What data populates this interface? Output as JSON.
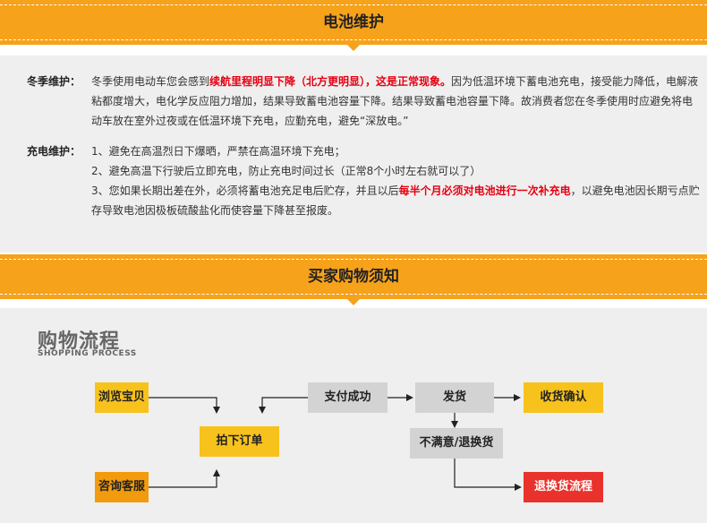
{
  "battery": {
    "title": "电池维护",
    "winter": {
      "label": "冬季维护：",
      "text_before": "冬季使用电动车您会感到",
      "text_red": "续航里程明显下降（北方更明显），这是正常现象。",
      "text_after": "因为低温环境下蓄电池充电，接受能力降低，电解液粘都度增大，电化学反应阻力增加，结果导致蓄电池容量下降。结果导致蓄电池容量下降。故消费者您在冬季使用时应避免将电动车放在室外过夜或在低温环境下充电，应勤充电，避免“深放电。”"
    },
    "charging": {
      "label": "充电维护：",
      "item1": "1、避免在高温烈日下爆晒，严禁在高温环境下充电；",
      "item2": "2、避免高温下行驶后立即充电，防止充电时间过长（正常8个小时左右就可以了）",
      "item3_before": "3、您如果长期出差在外，必须将蓄电池充足电后贮存，并且以后",
      "item3_red": "每半个月必须对电池进行一次补充电",
      "item3_after": "，以避免电池因长期亏点贮存导致电池因极板硫酸盐化而使容量下降甚至报废。"
    }
  },
  "buyer": {
    "title": "买家购物须知",
    "heading": "购物流程",
    "subheading": "SHOPPING PROCESS",
    "steps": {
      "browse": "浏览宝贝",
      "consult": "咨询客服",
      "order": "拍下订单",
      "pay": "支付成功",
      "ship": "发货",
      "confirm": "收货确认",
      "unsatisfied": "不满意/退换货",
      "return": "退换货流程"
    }
  },
  "colors": {
    "banner": "#f7a21b",
    "section_bg": "#efefef",
    "highlight_red": "#e60012",
    "yellow_box": "#f8c21c",
    "gray_box": "#d3d3d3",
    "orange_box": "#f29b0c",
    "red_box": "#e8322b"
  }
}
